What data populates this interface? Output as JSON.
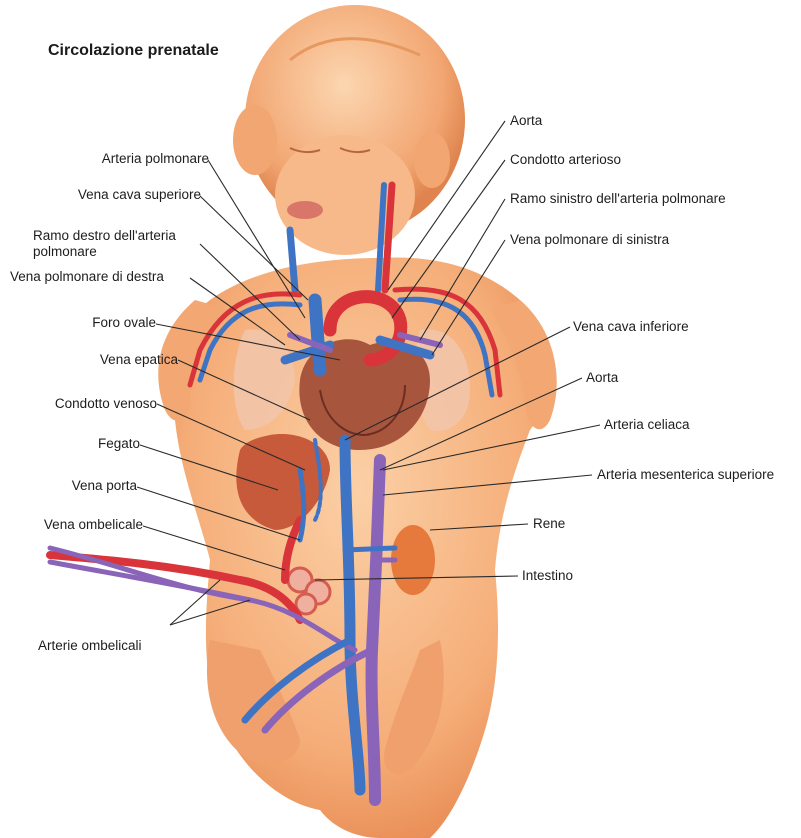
{
  "title": "Circolazione prenatale",
  "labels_left": {
    "arteria_polmonare": "Arteria polmonare",
    "vena_cava_superiore": "Vena cava superiore",
    "ramo_destro_l1": "Ramo destro dell'arteria",
    "ramo_destro_l2": "polmonare",
    "vena_polmonare_destra": "Vena polmonare di destra",
    "foro_ovale": "Foro ovale",
    "vena_epatica": "Vena epatica",
    "condotto_venoso": "Condotto venoso",
    "fegato": "Fegato",
    "vena_porta": "Vena porta",
    "vena_ombelicale": "Vena ombelicale",
    "arterie_ombelicali": "Arterie ombelicali"
  },
  "labels_right": {
    "aorta_top": "Aorta",
    "condotto_arterioso": "Condotto arterioso",
    "ramo_sinistro": "Ramo sinistro dell'arteria polmonare",
    "vena_polmonare_sinistra": "Vena polmonare di sinistra",
    "vena_cava_inferiore": "Vena cava inferiore",
    "aorta_mid": "Aorta",
    "arteria_celiaca": "Arteria celiaca",
    "arteria_mesenterica": "Arteria mesenterica superiore",
    "rene": "Rene",
    "intestino": "Intestino"
  },
  "colors": {
    "skin": "#f7b98a",
    "skin_shadow": "#e8935c",
    "artery": "#d8343a",
    "vein": "#3f73c4",
    "mixed": "#8a64b8",
    "liver": "#c65a3a",
    "heart": "#a8553e",
    "lung": "#f2c4a8",
    "kidney": "#e57a3c",
    "leader": "#2a2a2a"
  }
}
